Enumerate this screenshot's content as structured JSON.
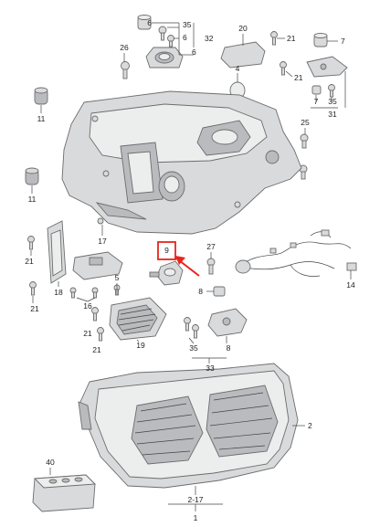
{
  "callouts": [
    {
      "id": "c6a",
      "text": "6"
    },
    {
      "id": "c35a",
      "text": "35"
    },
    {
      "id": "c6b",
      "text": "6"
    },
    {
      "id": "c32",
      "text": "32"
    },
    {
      "id": "c26",
      "text": "26"
    },
    {
      "id": "c20",
      "text": "20"
    },
    {
      "id": "c21a",
      "text": "21"
    },
    {
      "id": "c4",
      "text": "4"
    },
    {
      "id": "c6c",
      "text": "6"
    },
    {
      "id": "c7a",
      "text": "7"
    },
    {
      "id": "c21b",
      "text": "21"
    },
    {
      "id": "c7b",
      "text": "7"
    },
    {
      "id": "c35b",
      "text": "35"
    },
    {
      "id": "c31",
      "text": "31"
    },
    {
      "id": "c11a",
      "text": "11"
    },
    {
      "id": "c25",
      "text": "25"
    },
    {
      "id": "c11b",
      "text": "11"
    },
    {
      "id": "c21c",
      "text": "21"
    },
    {
      "id": "c17",
      "text": "17"
    },
    {
      "id": "c9",
      "text": "9"
    },
    {
      "id": "c27",
      "text": "27"
    },
    {
      "id": "c14",
      "text": "14"
    },
    {
      "id": "c21d",
      "text": "21"
    },
    {
      "id": "c18",
      "text": "18"
    },
    {
      "id": "c16",
      "text": "16"
    },
    {
      "id": "c5",
      "text": "5"
    },
    {
      "id": "c8a",
      "text": "8"
    },
    {
      "id": "c21e",
      "text": "21"
    },
    {
      "id": "c21f",
      "text": "21"
    },
    {
      "id": "c19",
      "text": "19"
    },
    {
      "id": "c35c",
      "text": "35"
    },
    {
      "id": "c8b",
      "text": "8"
    },
    {
      "id": "c33",
      "text": "33"
    },
    {
      "id": "c2",
      "text": "2"
    },
    {
      "id": "c1",
      "text": "1"
    },
    {
      "id": "c2_17",
      "text": "2-17"
    },
    {
      "id": "c40",
      "text": "40"
    }
  ],
  "colors": {
    "highlight": "#e8241c",
    "part_fill": "#d9dadc",
    "part_stroke": "#6d6d6d",
    "leader": "#444444"
  }
}
